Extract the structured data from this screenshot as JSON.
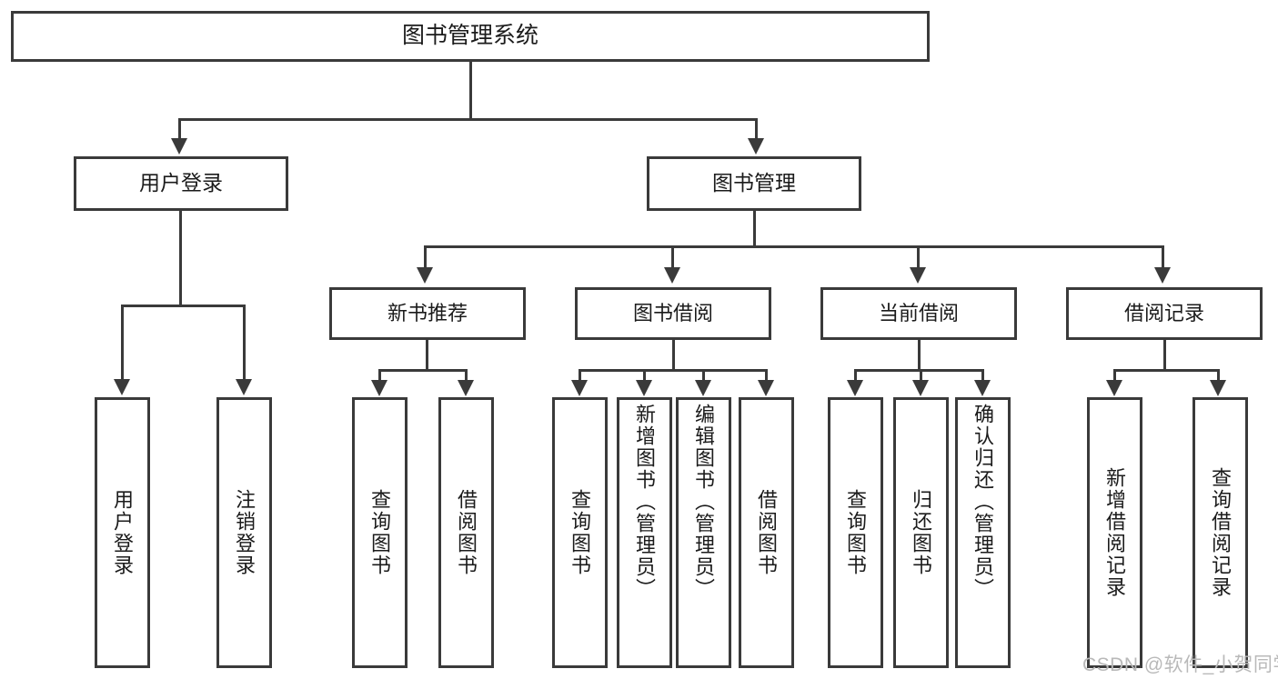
{
  "diagram": {
    "title": "图书管理系统",
    "watermark": "CSDN @软件_小贺同学",
    "root": {
      "label": "图书管理系统"
    },
    "level1": [
      {
        "label": "用户登录"
      },
      {
        "label": "图书管理"
      }
    ],
    "level2": [
      {
        "label": "新书推荐"
      },
      {
        "label": "图书借阅"
      },
      {
        "label": "当前借阅"
      },
      {
        "label": "借阅记录"
      }
    ],
    "leaves": {
      "user_login": [
        {
          "label": "用户登录"
        },
        {
          "label": "注销登录"
        }
      ],
      "new_book_recommend": [
        {
          "label": "查询图书"
        },
        {
          "label": "借阅图书"
        }
      ],
      "book_borrow": [
        {
          "label": "查询图书"
        },
        {
          "label": "新增图书（管理员）"
        },
        {
          "label": "编辑图书（管理员）"
        },
        {
          "label": "借阅图书"
        }
      ],
      "current_borrow": [
        {
          "label": "查询图书"
        },
        {
          "label": "归还图书"
        },
        {
          "label": "确认归还（管理员）"
        }
      ],
      "borrow_record": [
        {
          "label": "新增借阅记录"
        },
        {
          "label": "查询借阅记录"
        }
      ]
    },
    "colors": {
      "stroke": "#3a3a3a",
      "background": "#ffffff",
      "text": "#1b1b1b",
      "watermark": "#b9b9b9"
    }
  }
}
